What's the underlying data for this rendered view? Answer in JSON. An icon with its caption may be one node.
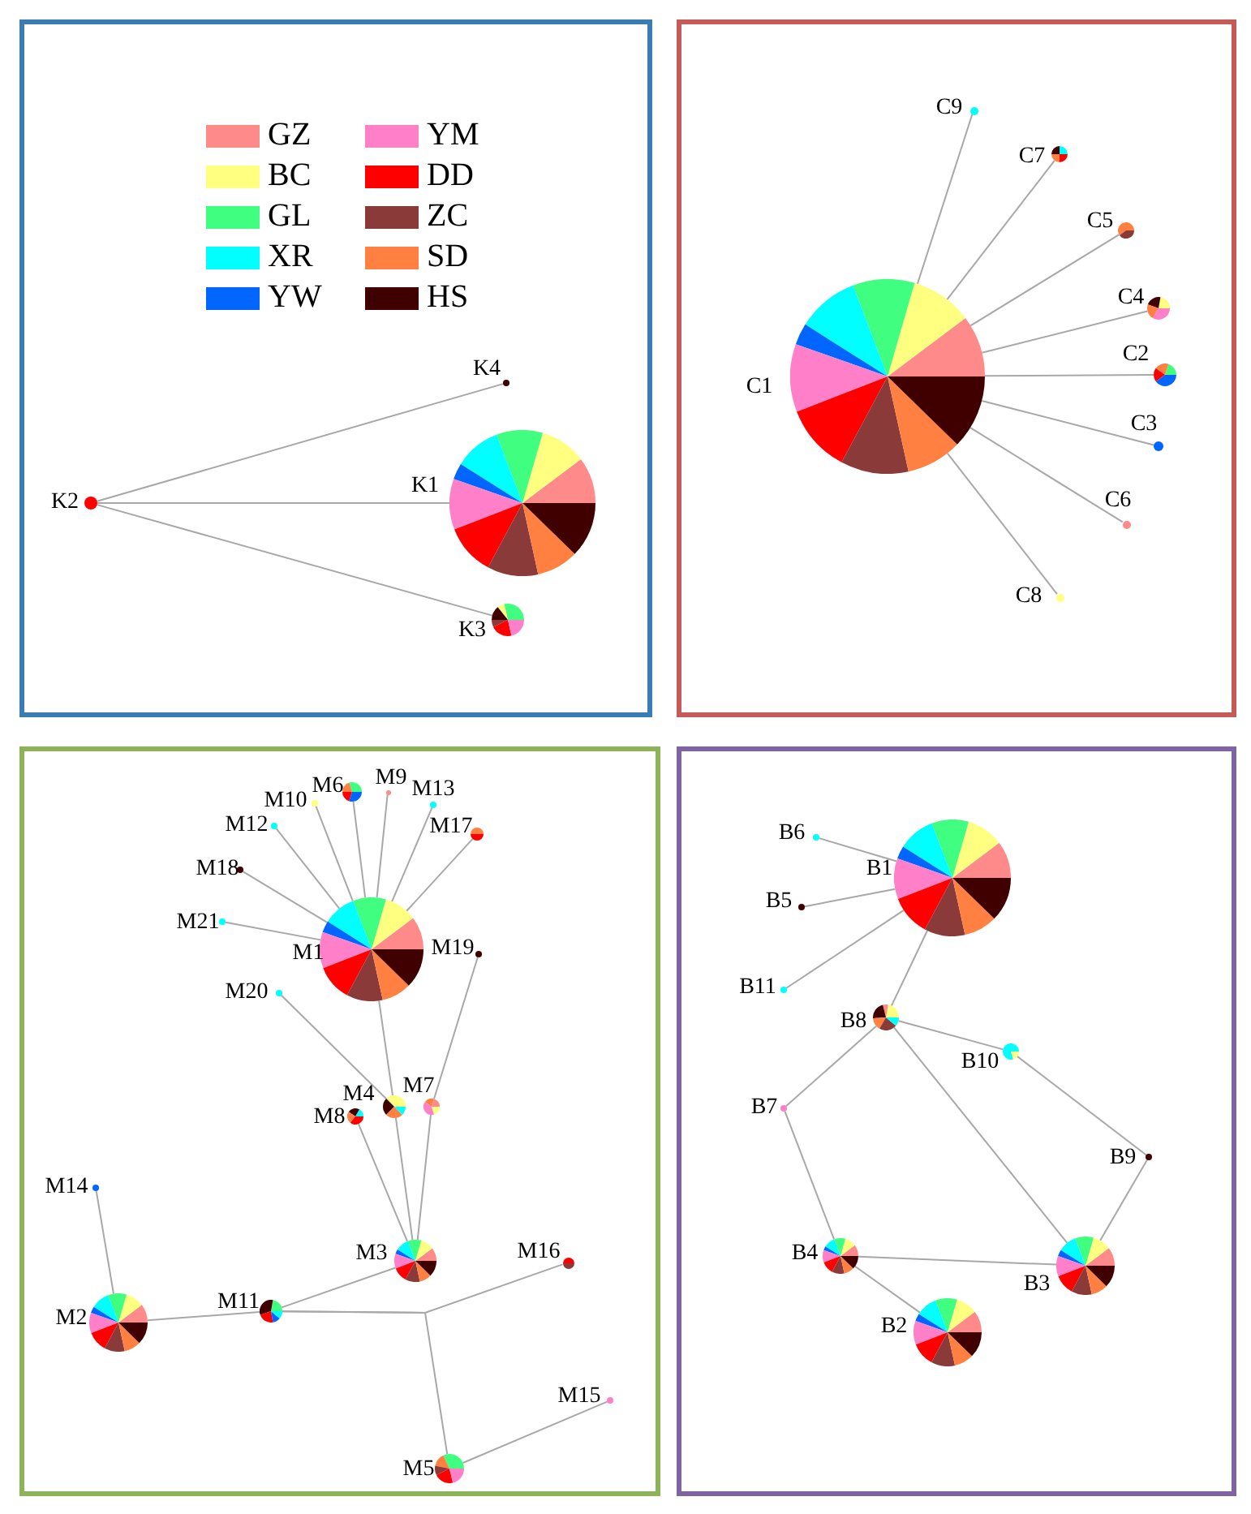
{
  "diagram": {
    "nodes": [
      {
        "text": [],
        "shape": "box"
      },
      {
        "text": [],
        "shape": "box"
      },
      {
        "text": [],
        "shape": "box"
      },
      {
        "text": [],
        "shape": "box"
      },
      {
        "text": [
          "K1"
        ],
        "in": 0
      },
      {
        "text": [
          "K2"
        ],
        "in": 0
      },
      {
        "text": [
          "K3"
        ],
        "in": 0
      },
      {
        "text": [
          "K4"
        ],
        "in": 0
      },
      {
        "text": [
          "C1"
        ],
        "in": 1
      },
      {
        "text": [
          "C2"
        ],
        "in": 1
      },
      {
        "text": [
          "C3"
        ],
        "in": 1
      },
      {
        "text": [
          "C4"
        ],
        "in": 1
      },
      {
        "text": [
          "C5"
        ],
        "in": 1
      },
      {
        "text": [
          "C6"
        ],
        "in": 1
      },
      {
        "text": [
          "C7"
        ],
        "in": 1
      },
      {
        "text": [
          "C8"
        ],
        "in": 1
      },
      {
        "text": [
          "C9"
        ],
        "in": 1
      },
      {
        "text": [
          "M1"
        ],
        "in": 2
      },
      {
        "text": [
          "M2"
        ],
        "in": 2
      },
      {
        "text": [
          "M3"
        ],
        "in": 2
      },
      {
        "text": [
          "M4"
        ],
        "in": 2
      },
      {
        "text": [
          "M5"
        ],
        "in": 2
      },
      {
        "text": [
          "M6"
        ],
        "in": 2
      },
      {
        "text": [
          "M7"
        ],
        "in": 2
      },
      {
        "text": [
          "M8"
        ],
        "in": 2
      },
      {
        "text": [
          "M9"
        ],
        "in": 2
      },
      {
        "text": [
          "M10"
        ],
        "in": 2
      },
      {
        "text": [
          "M11"
        ],
        "in": 2
      },
      {
        "text": [
          "M12"
        ],
        "in": 2
      },
      {
        "text": [
          "M13"
        ],
        "in": 2
      },
      {
        "text": [
          "M14"
        ],
        "in": 2
      },
      {
        "text": [
          "M15"
        ],
        "in": 2
      },
      {
        "text": [
          "M16"
        ],
        "in": 2
      },
      {
        "text": [
          "M17"
        ],
        "in": 2
      },
      {
        "text": [
          "M18"
        ],
        "in": 2
      },
      {
        "text": [
          "M19"
        ],
        "in": 2
      },
      {
        "text": [
          "M20"
        ],
        "in": 2
      },
      {
        "text": [
          "M21"
        ],
        "in": 2
      },
      {
        "text": [
          "B1"
        ],
        "in": 3
      },
      {
        "text": [
          "B2"
        ],
        "in": 3
      },
      {
        "text": [
          "B3"
        ],
        "in": 3
      },
      {
        "text": [
          "B4"
        ],
        "in": 3
      },
      {
        "text": [
          "B5"
        ],
        "in": 3
      },
      {
        "text": [
          "B6"
        ],
        "in": 3
      },
      {
        "text": [
          "B7"
        ],
        "in": 3
      },
      {
        "text": [
          "B8"
        ],
        "in": 3
      },
      {
        "text": [
          "B9"
        ],
        "in": 3
      },
      {
        "text": [
          "B10"
        ],
        "in": 3
      },
      {
        "text": [
          "B11"
        ],
        "in": 3
      }
    ],
    "edges": [
      {
        "from": 5,
        "to": 4,
        "arrow": "none"
      },
      {
        "from": 5,
        "to": 7,
        "arrow": "none"
      },
      {
        "from": 5,
        "to": 6,
        "arrow": "none"
      },
      {
        "from": 8,
        "to": 9,
        "arrow": "none"
      },
      {
        "from": 8,
        "to": 10,
        "arrow": "none"
      },
      {
        "from": 8,
        "to": 11,
        "arrow": "none"
      },
      {
        "from": 8,
        "to": 12,
        "arrow": "none"
      },
      {
        "from": 8,
        "to": 13,
        "arrow": "none"
      },
      {
        "from": 8,
        "to": 14,
        "arrow": "none"
      },
      {
        "from": 8,
        "to": 15,
        "arrow": "none"
      },
      {
        "from": 8,
        "to": 16,
        "arrow": "none"
      },
      {
        "from": 17,
        "to": 22,
        "arrow": "none"
      },
      {
        "from": 17,
        "to": 25,
        "arrow": "none"
      },
      {
        "from": 17,
        "to": 26,
        "arrow": "none"
      },
      {
        "from": 17,
        "to": 29,
        "arrow": "none"
      },
      {
        "from": 17,
        "to": 28,
        "arrow": "none"
      },
      {
        "from": 17,
        "to": 33,
        "arrow": "none"
      },
      {
        "from": 17,
        "to": 34,
        "arrow": "none"
      },
      {
        "from": 17,
        "to": 37,
        "arrow": "none"
      },
      {
        "from": 17,
        "to": 20,
        "arrow": "none"
      },
      {
        "from": 20,
        "to": 19,
        "arrow": "none"
      },
      {
        "from": 36,
        "to": 20,
        "arrow": "none"
      },
      {
        "from": 35,
        "to": 23,
        "arrow": "none"
      },
      {
        "from": 23,
        "to": 19,
        "arrow": "none"
      },
      {
        "from": 24,
        "to": 19,
        "arrow": "none"
      },
      {
        "from": 30,
        "to": 18,
        "arrow": "none"
      },
      {
        "from": 18,
        "to": 27,
        "arrow": "none"
      },
      {
        "from": 27,
        "to": 19,
        "arrow": "none"
      },
      {
        "from": 27,
        "to": 32,
        "arrow": "none"
      },
      {
        "from": 27,
        "to": 21,
        "arrow": "none"
      },
      {
        "from": 21,
        "to": 31,
        "arrow": "none"
      },
      {
        "from": 38,
        "to": 43,
        "arrow": "none"
      },
      {
        "from": 38,
        "to": 42,
        "arrow": "none"
      },
      {
        "from": 38,
        "to": 48,
        "arrow": "none"
      },
      {
        "from": 38,
        "to": 45,
        "arrow": "none"
      },
      {
        "from": 45,
        "to": 47,
        "arrow": "none"
      },
      {
        "from": 45,
        "to": 44,
        "arrow": "none"
      },
      {
        "from": 45,
        "to": 40,
        "arrow": "none"
      },
      {
        "from": 47,
        "to": 46,
        "arrow": "none"
      },
      {
        "from": 46,
        "to": 40,
        "arrow": "none"
      },
      {
        "from": 44,
        "to": 41,
        "arrow": "none"
      },
      {
        "from": 41,
        "to": 40,
        "arrow": "none"
      },
      {
        "from": 41,
        "to": 39,
        "arrow": "none"
      }
    ],
    "legend": [
      {
        "text": "GZ",
        "color": "#ff8a8a"
      },
      {
        "text": "YM",
        "color": "#ff80c8"
      },
      {
        "text": "BC",
        "color": "#ffff80"
      },
      {
        "text": "DD",
        "color": "#ff0000"
      },
      {
        "text": "GL",
        "color": "#40ff80"
      },
      {
        "text": "ZC",
        "color": "#8b3a3a"
      },
      {
        "text": "XR",
        "color": "#00ffff"
      },
      {
        "text": "SD",
        "color": "#ff8040"
      },
      {
        "text": "YW",
        "color": "#0066ff"
      },
      {
        "text": "HS",
        "color": "#400000"
      }
    ]
  }
}
